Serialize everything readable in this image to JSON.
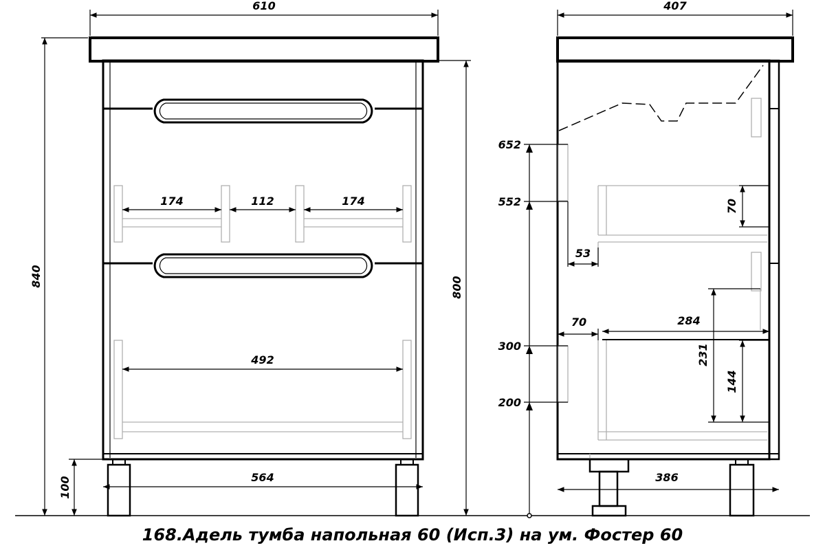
{
  "caption": "168.Адель тумба напольная 60 (Исп.3) на ум. Фостер 60",
  "front": {
    "width": "610",
    "height_total": "840",
    "height_body": "800",
    "legs": "100",
    "inner_width": "564",
    "drawer_left": "174",
    "drawer_gap": "112",
    "drawer_right": "174",
    "lower_drawer": "492"
  },
  "side": {
    "depth": "407",
    "inner_depth": "386",
    "mark_652": "652",
    "mark_552": "552",
    "mark_300": "300",
    "mark_200": "200",
    "offset_53": "53",
    "offset_70": "70",
    "depth_284": "284",
    "upper_drawer_70": "70",
    "height_231": "231",
    "height_144": "144"
  },
  "colors": {
    "lines": "#000000",
    "background": "#ffffff",
    "hidden": "#b0b0b0"
  }
}
